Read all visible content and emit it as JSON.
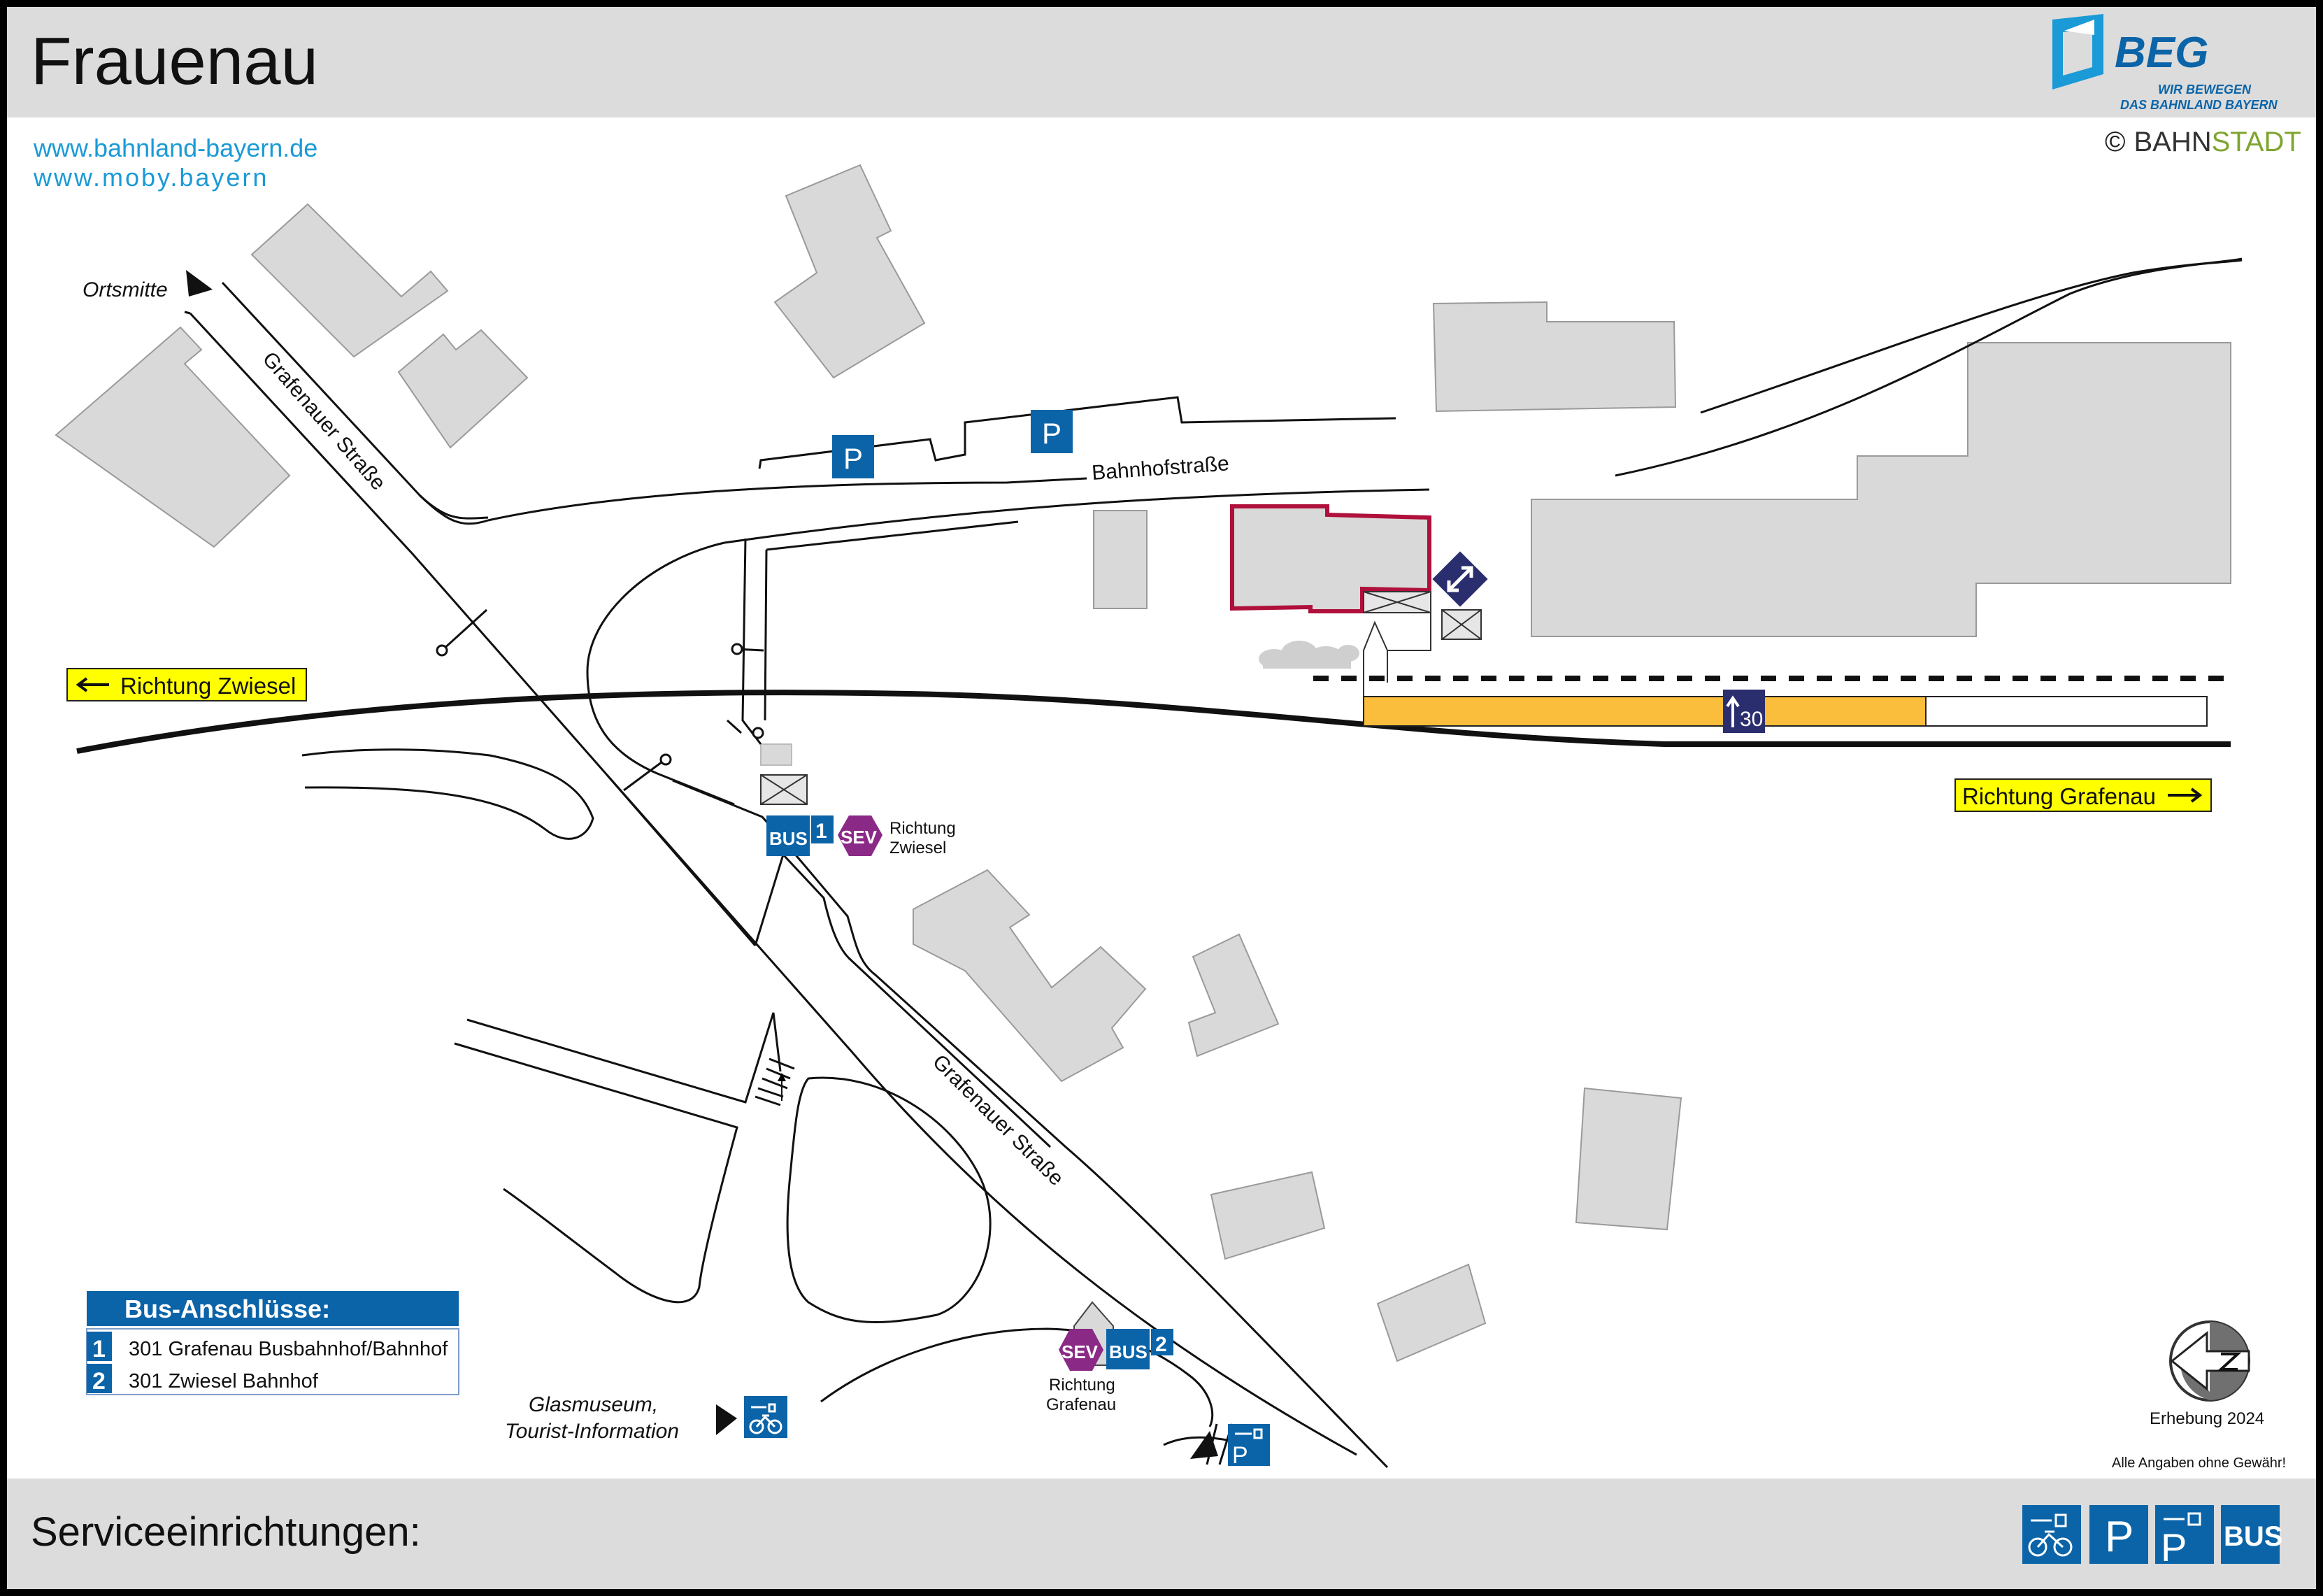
{
  "header": {
    "title": "Frauenau",
    "logo_text": "BEG",
    "logo_slogan_1": "WIR BEWEGEN",
    "logo_slogan_2": "DAS BAHNLAND BAYERN"
  },
  "links": {
    "url_1": "www.bahnland-bayern.de",
    "url_2": "www.moby.bayern"
  },
  "copyright": {
    "symbol": "©",
    "part_1": "BAHN",
    "part_2": "STADT"
  },
  "map": {
    "ortsmitte": "Ortsmitte",
    "street_grafenauer_top": "Grafenauer Straße",
    "street_grafenauer_bottom": "Grafenauer Straße",
    "street_bahnhof": "Bahnhofstraße",
    "parking_label": "P",
    "direction_zwiesel": "Richtung Zwiesel",
    "direction_grafenau": "Richtung Grafenau",
    "platform_number": "30",
    "stop_1": {
      "bus_label": "BUS",
      "number": "1",
      "sev_label": "SEV",
      "richtung": "Richtung",
      "destination": "Zwiesel"
    },
    "stop_2": {
      "bus_label": "BUS",
      "number": "2",
      "sev_label": "SEV",
      "richtung": "Richtung",
      "destination": "Grafenau"
    },
    "glasmuseum_line_1": "Glasmuseum,",
    "glasmuseum_line_2": "Tourist-Information"
  },
  "bus_connections": {
    "title": "Bus-Anschlüsse:",
    "rows": [
      {
        "number": "1",
        "text": "301 Grafenau Busbahnhof/Bahnhof"
      },
      {
        "number": "2",
        "text": "301 Zwiesel Bahnhof"
      }
    ]
  },
  "survey": "Erhebung 2024",
  "disclaimer": "Alle Angaben ohne Gewähr!",
  "footer": {
    "title": "Serviceeinrichtungen:",
    "icons": [
      "bike-charging-icon",
      "parking-icon",
      "park-charging-icon",
      "bus-icon"
    ],
    "parking_label": "P",
    "bus_label": "BUS"
  },
  "colors": {
    "header_grey": "#dcdcdc",
    "link_blue": "#1a9ad6",
    "service_blue": "#0b64a8",
    "sev_purple": "#8b2a86",
    "station_red": "#b0103c",
    "platform_orange": "#fbbe3c",
    "direction_yellow": "#ffff00",
    "navy": "#2b2e6e",
    "building_grey": "#d9d9d9",
    "bahnstadt_green": "#7ea52e"
  }
}
